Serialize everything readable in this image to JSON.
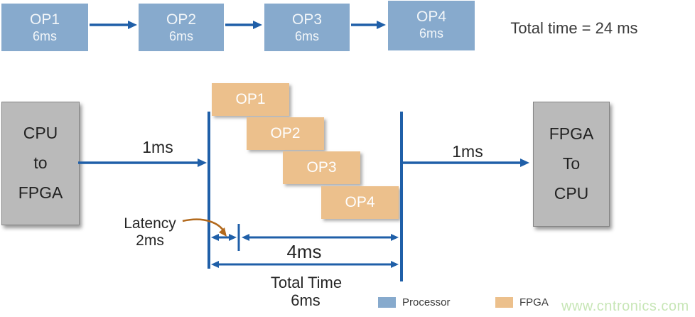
{
  "sequential": {
    "ops": [
      {
        "name": "OP1",
        "time": "6ms"
      },
      {
        "name": "OP2",
        "time": "6ms"
      },
      {
        "name": "OP3",
        "time": "6ms"
      },
      {
        "name": "OP4",
        "time": "6ms"
      }
    ],
    "total_text": "Total time = 24 ms"
  },
  "pipeline": {
    "left_box": {
      "line1": "CPU",
      "line2": "to",
      "line3": "FPGA"
    },
    "right_box": {
      "line1": "FPGA",
      "line2": "To",
      "line3": "CPU"
    },
    "transfer_in_label": "1ms",
    "transfer_out_label": "1ms",
    "ops": [
      "OP1",
      "OP2",
      "OP3",
      "OP4"
    ],
    "latency_title": "Latency",
    "latency_value": "2ms",
    "span_label": "4ms",
    "total_title": "Total Time",
    "total_value": "6ms"
  },
  "legend": {
    "items": [
      {
        "label": "Processor",
        "color": "#87aacd"
      },
      {
        "label": "FPGA",
        "color": "#ecc08c"
      }
    ]
  },
  "watermark": {
    "text": "www.cntronics.com",
    "color": "#c7e6b6"
  },
  "colors": {
    "processor_blue": "#87aacd",
    "fpga_orange": "#ecc08c",
    "transfer_gray": "#bababa",
    "arrow_blue": "#1f5fa8",
    "latency_pointer_brown": "#b2691c",
    "text_dark": "#262626",
    "watermark_green": "#c7e6b6"
  }
}
